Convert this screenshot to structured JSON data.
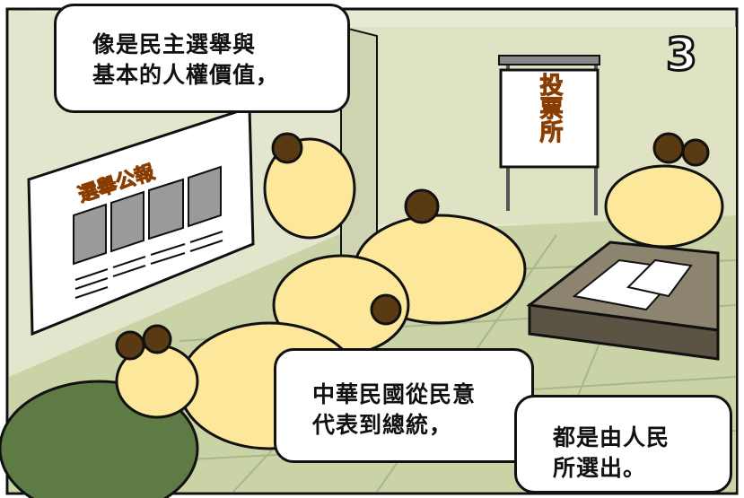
{
  "panel": {
    "number": "3"
  },
  "bubbles": {
    "top": {
      "lines": [
        "像是民主選舉與",
        "基本的人權價值，"
      ]
    },
    "middle": {
      "lines": [
        "中華民國從民意",
        "代表到總統，"
      ]
    },
    "bottom_right": {
      "lines": [
        "都是由人民",
        "所選出。"
      ]
    }
  },
  "notice_board": {
    "title": "選舉公報"
  },
  "sign": {
    "text": "投票所"
  },
  "colors": {
    "character": "#fde79a",
    "floor": "#c9d3a6",
    "wall": "#e8ead3",
    "accent": "#f39c1c"
  }
}
